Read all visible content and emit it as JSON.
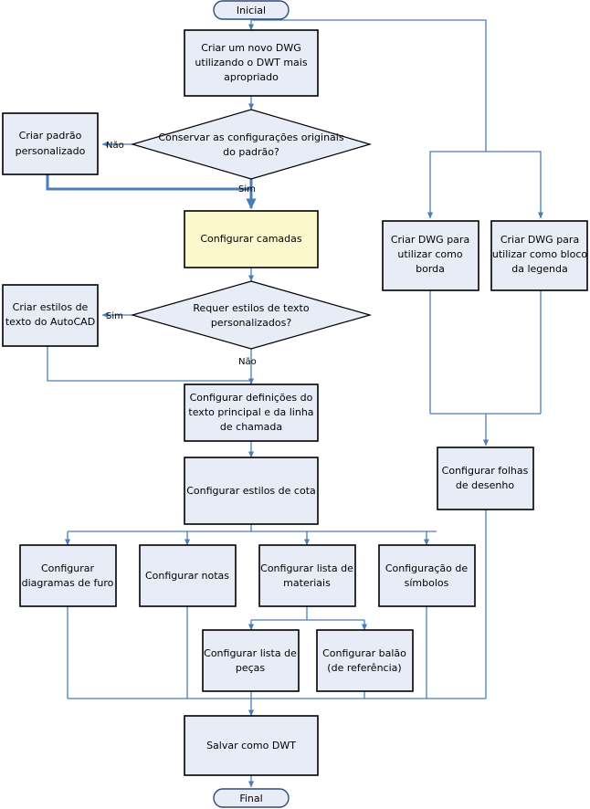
{
  "diagram": {
    "title": "Fluxo de configuracao de DWT do AutoCAD",
    "colors": {
      "box_fill": "#e8ecf7",
      "box_stroke": "#000000",
      "highlight_fill": "#fbf8cd",
      "connector": "#4a7ebb",
      "terminal_stroke": "#2e4b7a",
      "background": "#ffffff"
    },
    "nodes": {
      "start": {
        "label": "Inicial",
        "shape": "terminal"
      },
      "create_dwg": {
        "label_lines": [
          "Criar um novo DWG",
          "utilizando o DWT mais",
          "apropriado"
        ],
        "shape": "process"
      },
      "decision_defaults": {
        "label_lines": [
          "Conservar as configurações originais",
          "do padrão?"
        ],
        "shape": "decision"
      },
      "custom_standard": {
        "label_lines": [
          "Criar padrão",
          "personalizado"
        ],
        "shape": "process"
      },
      "configure_layers": {
        "label_lines": [
          "Configurar camadas"
        ],
        "shape": "process",
        "highlight": true
      },
      "decision_textstyles": {
        "label_lines": [
          "Requer estilos de texto",
          "personalizados?"
        ],
        "shape": "decision"
      },
      "create_textstyles": {
        "label_lines": [
          "Criar estilos de",
          "texto do AutoCAD"
        ],
        "shape": "process"
      },
      "configure_text_defs": {
        "label_lines": [
          "Configurar definições do",
          "texto principal e da linha",
          "de chamada"
        ],
        "shape": "process"
      },
      "configure_dim_styles": {
        "label_lines": [
          "Configurar estilos de cota"
        ],
        "shape": "process"
      },
      "configure_hole_charts": {
        "label_lines": [
          "Configurar",
          "diagramas de furo"
        ],
        "shape": "process"
      },
      "configure_notes": {
        "label_lines": [
          "Configurar notas"
        ],
        "shape": "process"
      },
      "configure_bom": {
        "label_lines": [
          "Configurar lista de",
          "materiais"
        ],
        "shape": "process"
      },
      "configure_symbols": {
        "label_lines": [
          "Configuração de",
          "símbolos"
        ],
        "shape": "process"
      },
      "configure_parts_list": {
        "label_lines": [
          "Configurar lista de",
          "peças"
        ],
        "shape": "process"
      },
      "configure_balloon": {
        "label_lines": [
          "Configurar balão",
          "(de referência)"
        ],
        "shape": "process"
      },
      "dwg_border": {
        "label_lines": [
          "Criar DWG para",
          "utilizar como",
          "borda"
        ],
        "shape": "process"
      },
      "dwg_title_block": {
        "label_lines": [
          "Criar DWG para",
          "utilizar como bloco",
          "da legenda"
        ],
        "shape": "process"
      },
      "configure_sheets": {
        "label_lines": [
          "Configurar folhas",
          "de desenho"
        ],
        "shape": "process"
      },
      "save_dwt": {
        "label_lines": [
          "Salvar como DWT"
        ],
        "shape": "process"
      },
      "end": {
        "label": "Final",
        "shape": "terminal"
      }
    },
    "edge_labels": {
      "defaults_no": "Não",
      "defaults_yes": "Sim",
      "textstyles_yes": "Sim",
      "textstyles_no": "Não"
    }
  }
}
